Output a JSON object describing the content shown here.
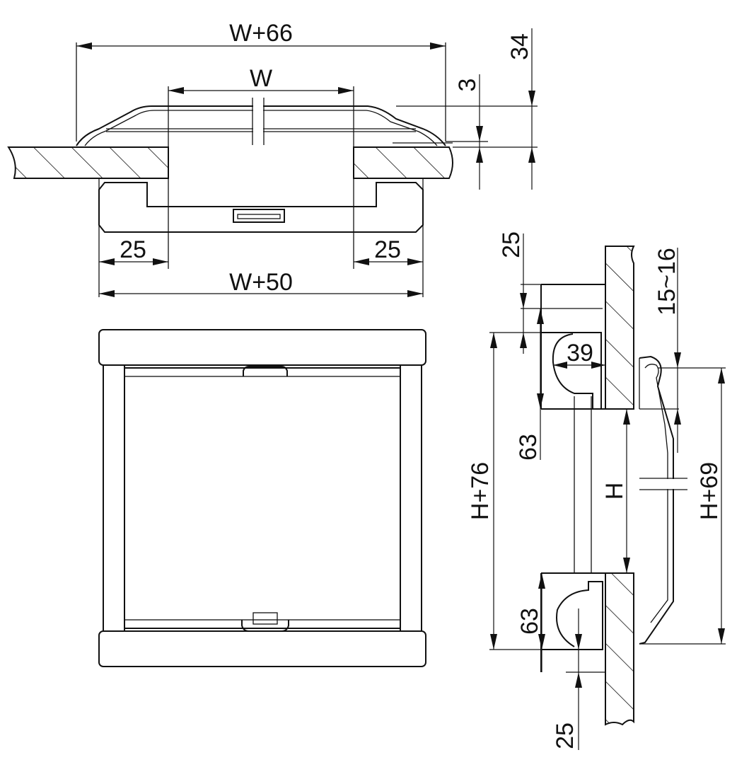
{
  "drawing": {
    "top_view": {
      "overall_width_label": "W+66",
      "opening_width_label": "W",
      "height_label_total": "34",
      "height_label_flange": "3",
      "frame_left_label": "25",
      "frame_right_label": "25",
      "inner_frame_width_label": "W+50"
    },
    "section_view": {
      "top_offset_label": "25",
      "wall_thickness_label": "15~16",
      "profile_depth_label": "39",
      "top_profile_height_label": "63",
      "overall_height_label": "H+76",
      "opening_height_label": "H",
      "flange_height_label": "H+69",
      "bottom_profile_height_label": "63",
      "bottom_offset_label": "25"
    }
  }
}
